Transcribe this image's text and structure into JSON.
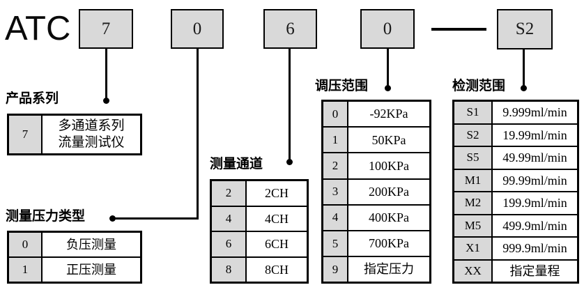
{
  "header": {
    "prefix": "ATC",
    "separator": "—",
    "code_boxes": [
      {
        "name": "series",
        "value": "7"
      },
      {
        "name": "pressure_type",
        "value": "0"
      },
      {
        "name": "channels",
        "value": "6"
      },
      {
        "name": "pressure_range",
        "value": "0"
      },
      {
        "name": "detection_range",
        "value": "S2"
      }
    ]
  },
  "sections": [
    {
      "title": "产品系列",
      "rows": [
        {
          "key": "7",
          "value": "多通道系列\n流量测试仪"
        }
      ]
    },
    {
      "title": "测量压力类型",
      "rows": [
        {
          "key": "0",
          "value": "负压测量"
        },
        {
          "key": "1",
          "value": "正压测量"
        }
      ]
    },
    {
      "title": "测量通道",
      "rows": [
        {
          "key": "2",
          "value": "2CH"
        },
        {
          "key": "4",
          "value": "4CH"
        },
        {
          "key": "6",
          "value": "6CH"
        },
        {
          "key": "8",
          "value": "8CH"
        }
      ]
    },
    {
      "title": "调压范围",
      "rows": [
        {
          "key": "0",
          "value": "-92KPa"
        },
        {
          "key": "1",
          "value": "50KPa"
        },
        {
          "key": "2",
          "value": "100KPa"
        },
        {
          "key": "3",
          "value": "200KPa"
        },
        {
          "key": "4",
          "value": "400KPa"
        },
        {
          "key": "5",
          "value": "700KPa"
        },
        {
          "key": "9",
          "value": "指定压力"
        }
      ]
    },
    {
      "title": "检测范围",
      "rows": [
        {
          "key": "S1",
          "value": "9.999ml/min"
        },
        {
          "key": "S2",
          "value": "19.99ml/min"
        },
        {
          "key": "S5",
          "value": "49.99ml/min"
        },
        {
          "key": "M1",
          "value": "99.99ml/min"
        },
        {
          "key": "M2",
          "value": "199.9ml/min"
        },
        {
          "key": "M5",
          "value": "499.9ml/min"
        },
        {
          "key": "X1",
          "value": "999.9ml/min"
        },
        {
          "key": "XX",
          "value": "指定量程"
        }
      ]
    }
  ],
  "colors": {
    "background": "#ffffff",
    "box_fill": "#d9d9d9",
    "key_cell_fill": "#d9d9d9",
    "line": "#000000",
    "text": "#000000"
  }
}
